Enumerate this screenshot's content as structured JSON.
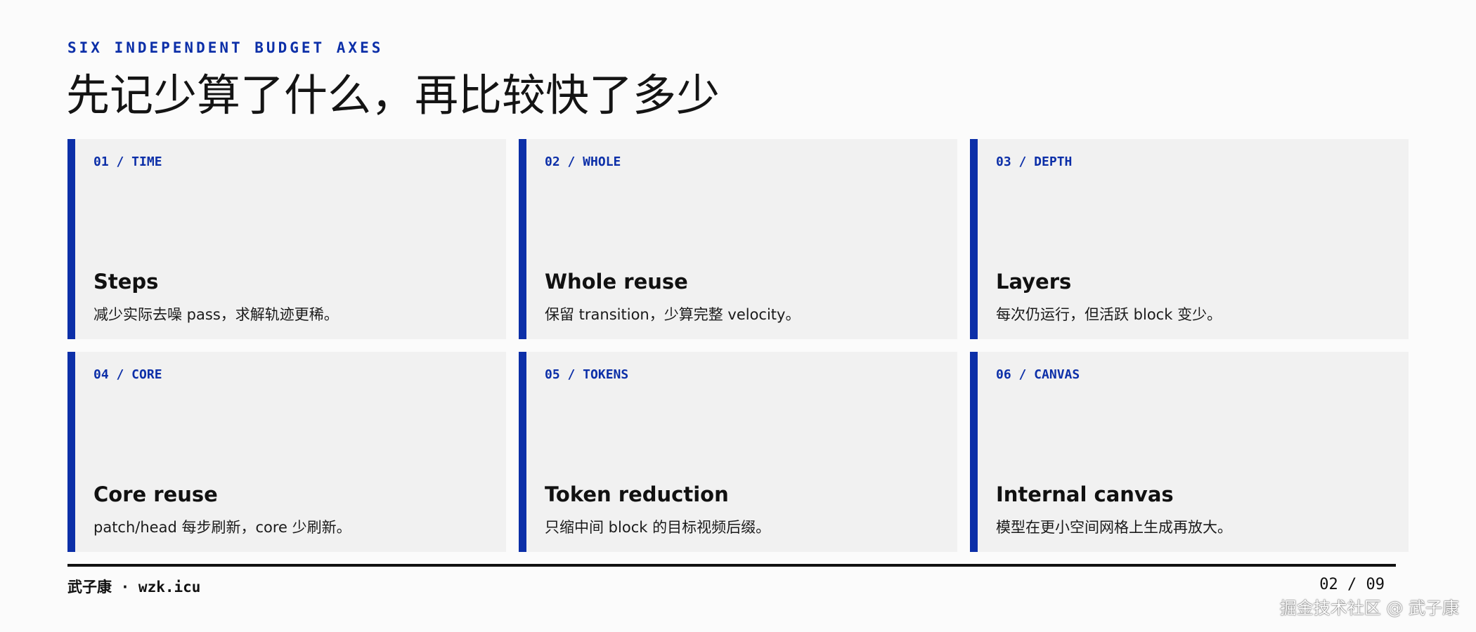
{
  "header": {
    "kicker": "SIX INDEPENDENT BUDGET AXES",
    "title": "先记少算了什么，再比较快了多少"
  },
  "cards": [
    {
      "tag": "01 / TIME",
      "title": "Steps",
      "desc": "减少实际去噪 pass，求解轨迹更稀。"
    },
    {
      "tag": "02 / WHOLE",
      "title": "Whole reuse",
      "desc": "保留 transition，少算完整 velocity。"
    },
    {
      "tag": "03 / DEPTH",
      "title": "Layers",
      "desc": "每次仍运行，但活跃 block 变少。"
    },
    {
      "tag": "04 / CORE",
      "title": "Core reuse",
      "desc": "patch/head 每步刷新，core 少刷新。"
    },
    {
      "tag": "05 / TOKENS",
      "title": "Token reduction",
      "desc": "只缩中间 block 的目标视频后缀。"
    },
    {
      "tag": "06 / CANVAS",
      "title": "Internal canvas",
      "desc": "模型在更小空间网格上生成再放大。"
    }
  ],
  "footer": {
    "left": "武子康 · wzk.icu",
    "page": "02 / 09"
  },
  "watermark": "掘金技术社区 @ 武子康",
  "colors": {
    "accent": "#0c2fa8",
    "card_bg": "#f1f1f1",
    "page_bg": "#fbfbfb",
    "text": "#111111"
  }
}
